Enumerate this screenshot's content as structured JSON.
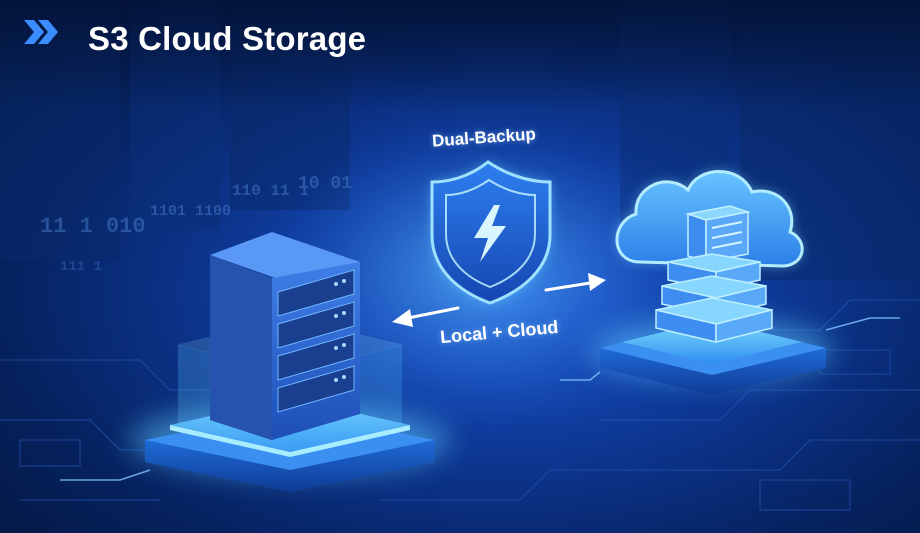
{
  "header": {
    "logo_icon": "double-chevron-right-icon",
    "title": "S3 Cloud Storage"
  },
  "illustration": {
    "shield_label": "Dual-Backup",
    "sync_label": "Local + Cloud",
    "icons": [
      "server-icon",
      "shield-icon",
      "cloud-storage-icon",
      "arrow-left-icon",
      "arrow-right-icon"
    ]
  },
  "colors": {
    "background": "#0b2e7a",
    "accent": "#3aa8ff",
    "glow": "#5ec8ff",
    "logo": "#3b8cff",
    "text": "#ffffff"
  }
}
